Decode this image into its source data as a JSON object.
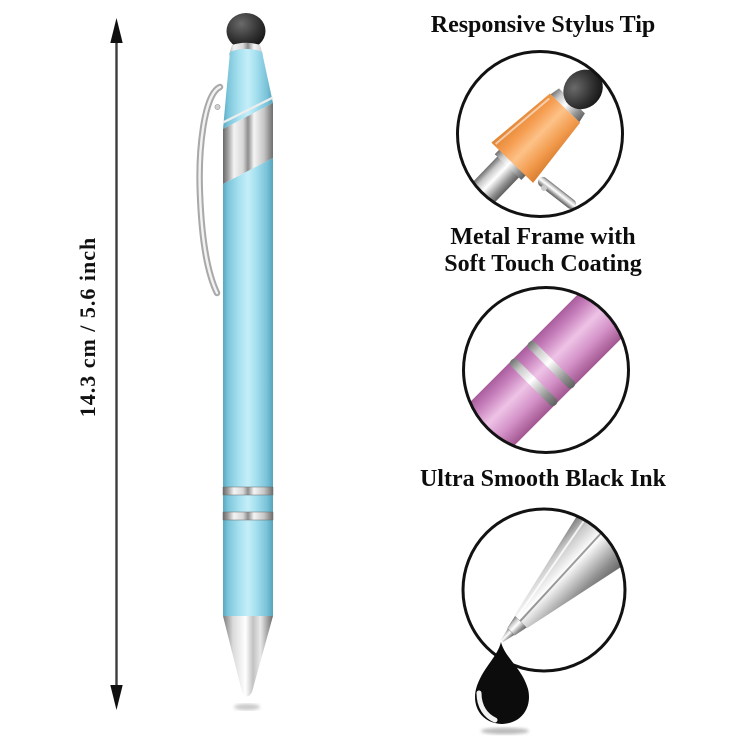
{
  "measurement": {
    "label": "14.3 cm / 5.6 inch"
  },
  "callouts": [
    {
      "id": "responsive-stylus-tip",
      "lines": [
        "Responsive Stylus Tip"
      ],
      "accent_color": "#f5a159"
    },
    {
      "id": "soft-touch-metal-frame",
      "lines": [
        "Metal Frame with",
        "Soft Touch Coating"
      ],
      "accent_color": "#d795cb"
    },
    {
      "id": "ultra-smooth-black-ink",
      "lines": [
        "Ultra Smooth Black Ink"
      ],
      "accent_color": "#0c0c0c"
    }
  ],
  "pen": {
    "barrel_color": "#a7e1f0",
    "stylus_tip_color": "#111111",
    "metal_trim_color": "#d9d9d9",
    "ink_color": "#0c0c0c"
  }
}
